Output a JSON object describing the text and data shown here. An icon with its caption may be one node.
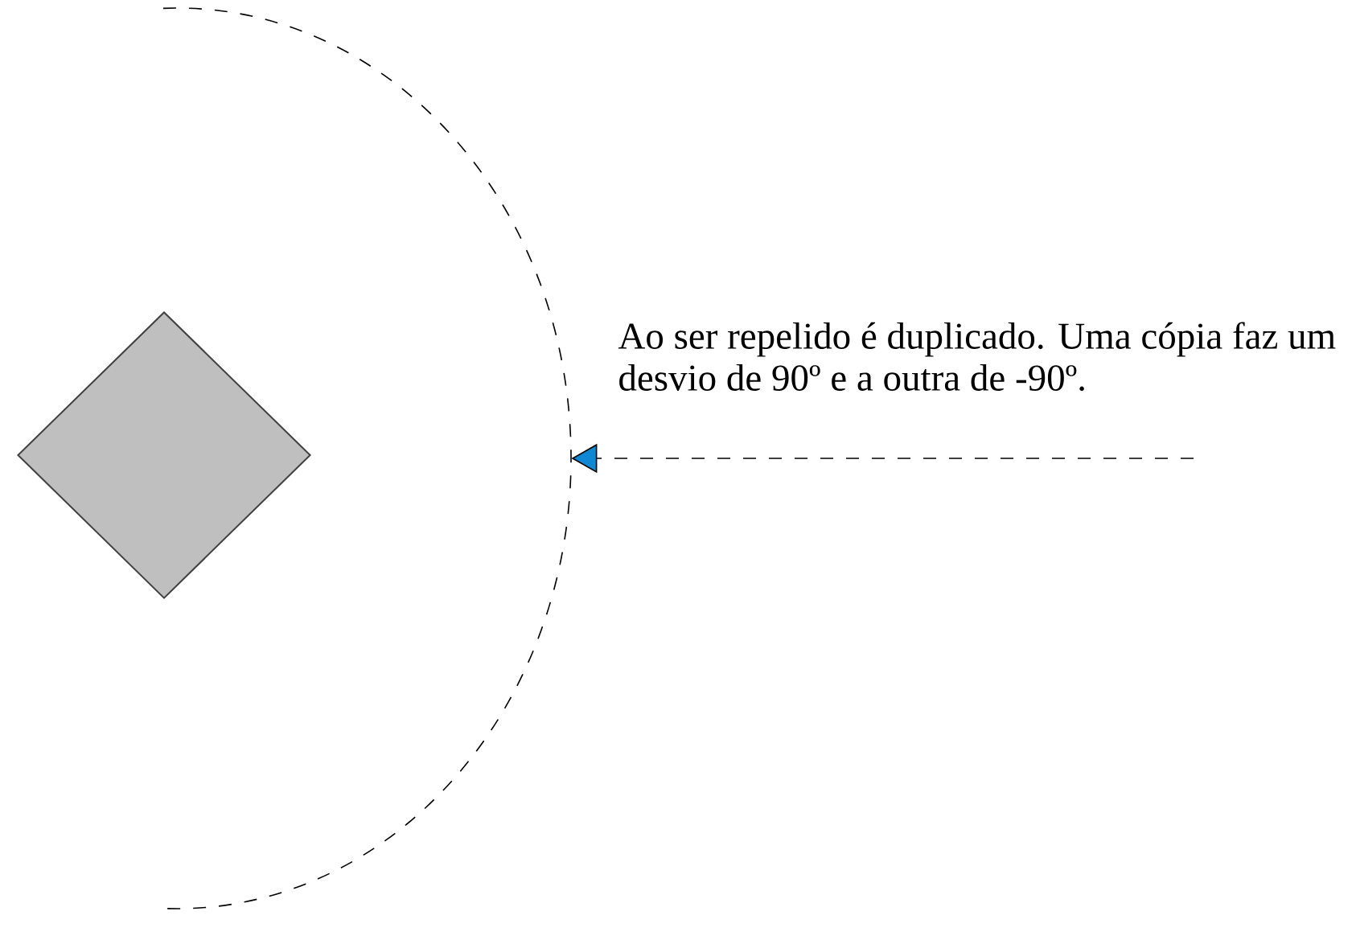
{
  "diagram": {
    "nodes": [
      {
        "text": [],
        "shape": "diamond"
      },
      {
        "text": [],
        "shape": "arc"
      }
    ],
    "edges": [
      {
        "from": null,
        "to": 1,
        "arrow": "to",
        "style": "dashed"
      }
    ],
    "labels": [
      "Ao ser repelido é duplicado. Uma cópia faz um desvio de 90º e a outra de -90º."
    ]
  }
}
